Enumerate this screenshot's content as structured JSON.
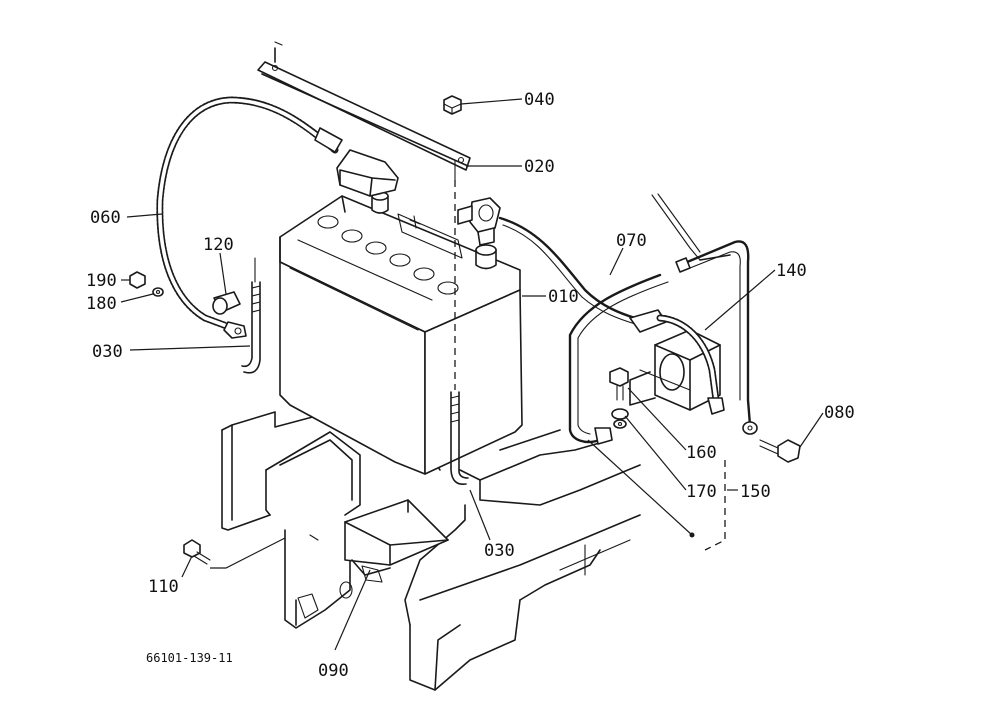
{
  "diagram": {
    "drawing_code": "66101-139-11",
    "callouts": [
      {
        "id": "p040",
        "text": "040"
      },
      {
        "id": "p020",
        "text": "020"
      },
      {
        "id": "p060",
        "text": "060"
      },
      {
        "id": "p120",
        "text": "120"
      },
      {
        "id": "p190",
        "text": "190"
      },
      {
        "id": "p180",
        "text": "180"
      },
      {
        "id": "p030a",
        "text": "030"
      },
      {
        "id": "p010",
        "text": "010"
      },
      {
        "id": "p070",
        "text": "070"
      },
      {
        "id": "p140",
        "text": "140"
      },
      {
        "id": "p080",
        "text": "080"
      },
      {
        "id": "p160",
        "text": "160"
      },
      {
        "id": "p170",
        "text": "170"
      },
      {
        "id": "p150",
        "text": "150"
      },
      {
        "id": "p030b",
        "text": "030"
      },
      {
        "id": "p110",
        "text": "110"
      },
      {
        "id": "p090",
        "text": "090"
      }
    ]
  }
}
